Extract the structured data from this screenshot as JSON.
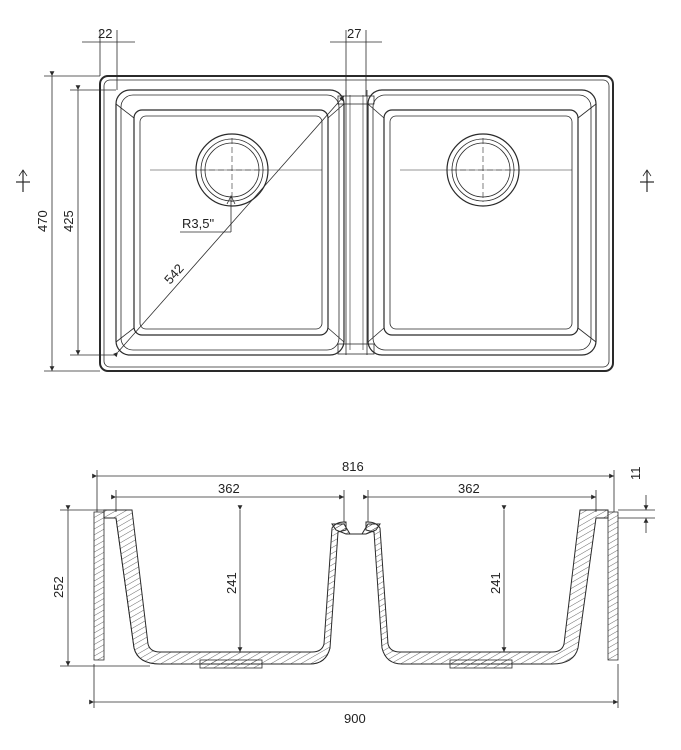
{
  "top_view": {
    "dim_edge_offset": "22",
    "dim_divider": "27",
    "dim_total_height": "470",
    "dim_bowl_height": "425",
    "dim_radius": "R3,5\"",
    "dim_diagonal": "542"
  },
  "section_view": {
    "dim_overall_inner": "816",
    "dim_left_bowl_width": "362",
    "dim_right_bowl_width": "362",
    "dim_rim": "11",
    "dim_height": "252",
    "dim_left_depth": "241",
    "dim_right_depth": "241",
    "dim_overall_width": "900"
  },
  "colors": {
    "line": "#2a2a2a",
    "background": "#ffffff"
  }
}
